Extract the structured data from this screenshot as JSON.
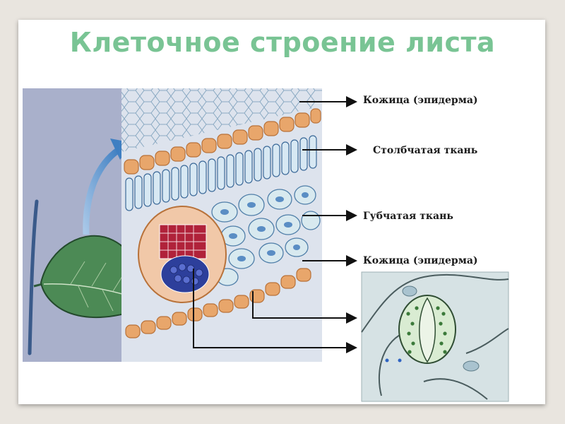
{
  "title": "Клеточное строение листа",
  "labels": {
    "epidermis_top": "Кожица (эпидерма)",
    "palisade": "Столбчатая ткань",
    "spongy": "Губчатая ткань",
    "epidermis_bottom": "Кожица (эпидерма)"
  },
  "colors": {
    "title": "#79c494",
    "epidermis": "#e8a66b",
    "palisade": "#6f9fcc",
    "spongy": "#d8e9ef",
    "xylem": "#b0223a",
    "phloem": "#2d3f9b",
    "leaf": "#4c8a55"
  }
}
